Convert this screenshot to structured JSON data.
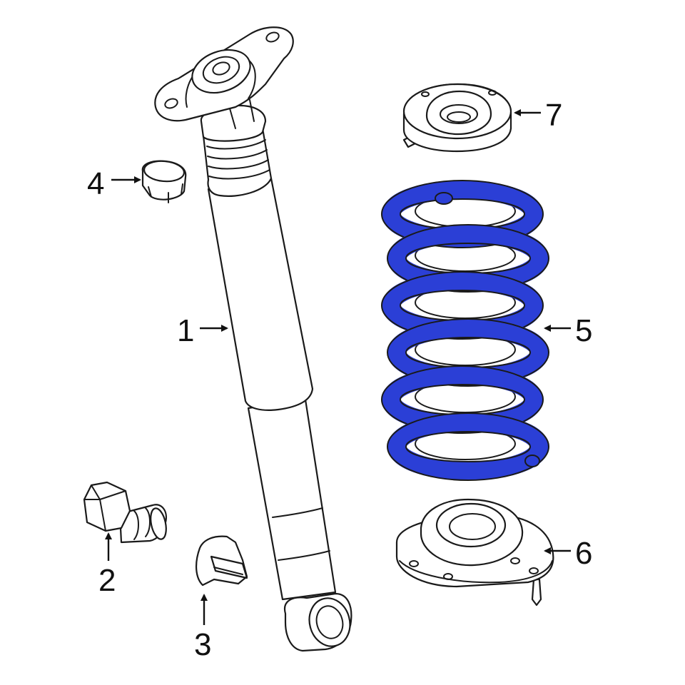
{
  "diagram": {
    "spring_color": "#2b3fd6",
    "callouts": [
      {
        "id": "1",
        "label": "1"
      },
      {
        "id": "2",
        "label": "2"
      },
      {
        "id": "3",
        "label": "3"
      },
      {
        "id": "4",
        "label": "4"
      },
      {
        "id": "5",
        "label": "5"
      },
      {
        "id": "6",
        "label": "6"
      },
      {
        "id": "7",
        "label": "7"
      }
    ]
  }
}
